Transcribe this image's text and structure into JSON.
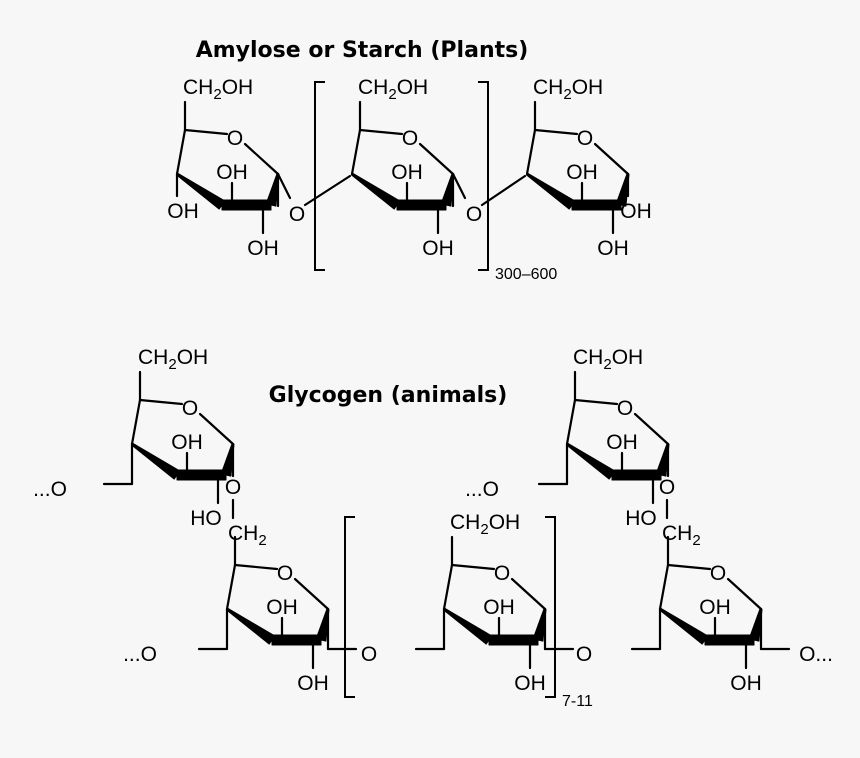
{
  "titles": {
    "amylose": "Amylose or Starch (Plants)",
    "glycogen": "Glycogen (animals)"
  },
  "repeats": {
    "amylose": "300–600",
    "glycogen": "7-11"
  },
  "labels": {
    "ch2oh_main": "CH",
    "ch2oh_sub": "2",
    "ch2oh_tail": "OH",
    "ch2_main": "CH",
    "ch2_sub": "2",
    "ring_o": "O",
    "oh": "OH",
    "ho": "HO",
    "bridge_o": "O",
    "chain_left": "...O",
    "chain_right": "O..."
  }
}
